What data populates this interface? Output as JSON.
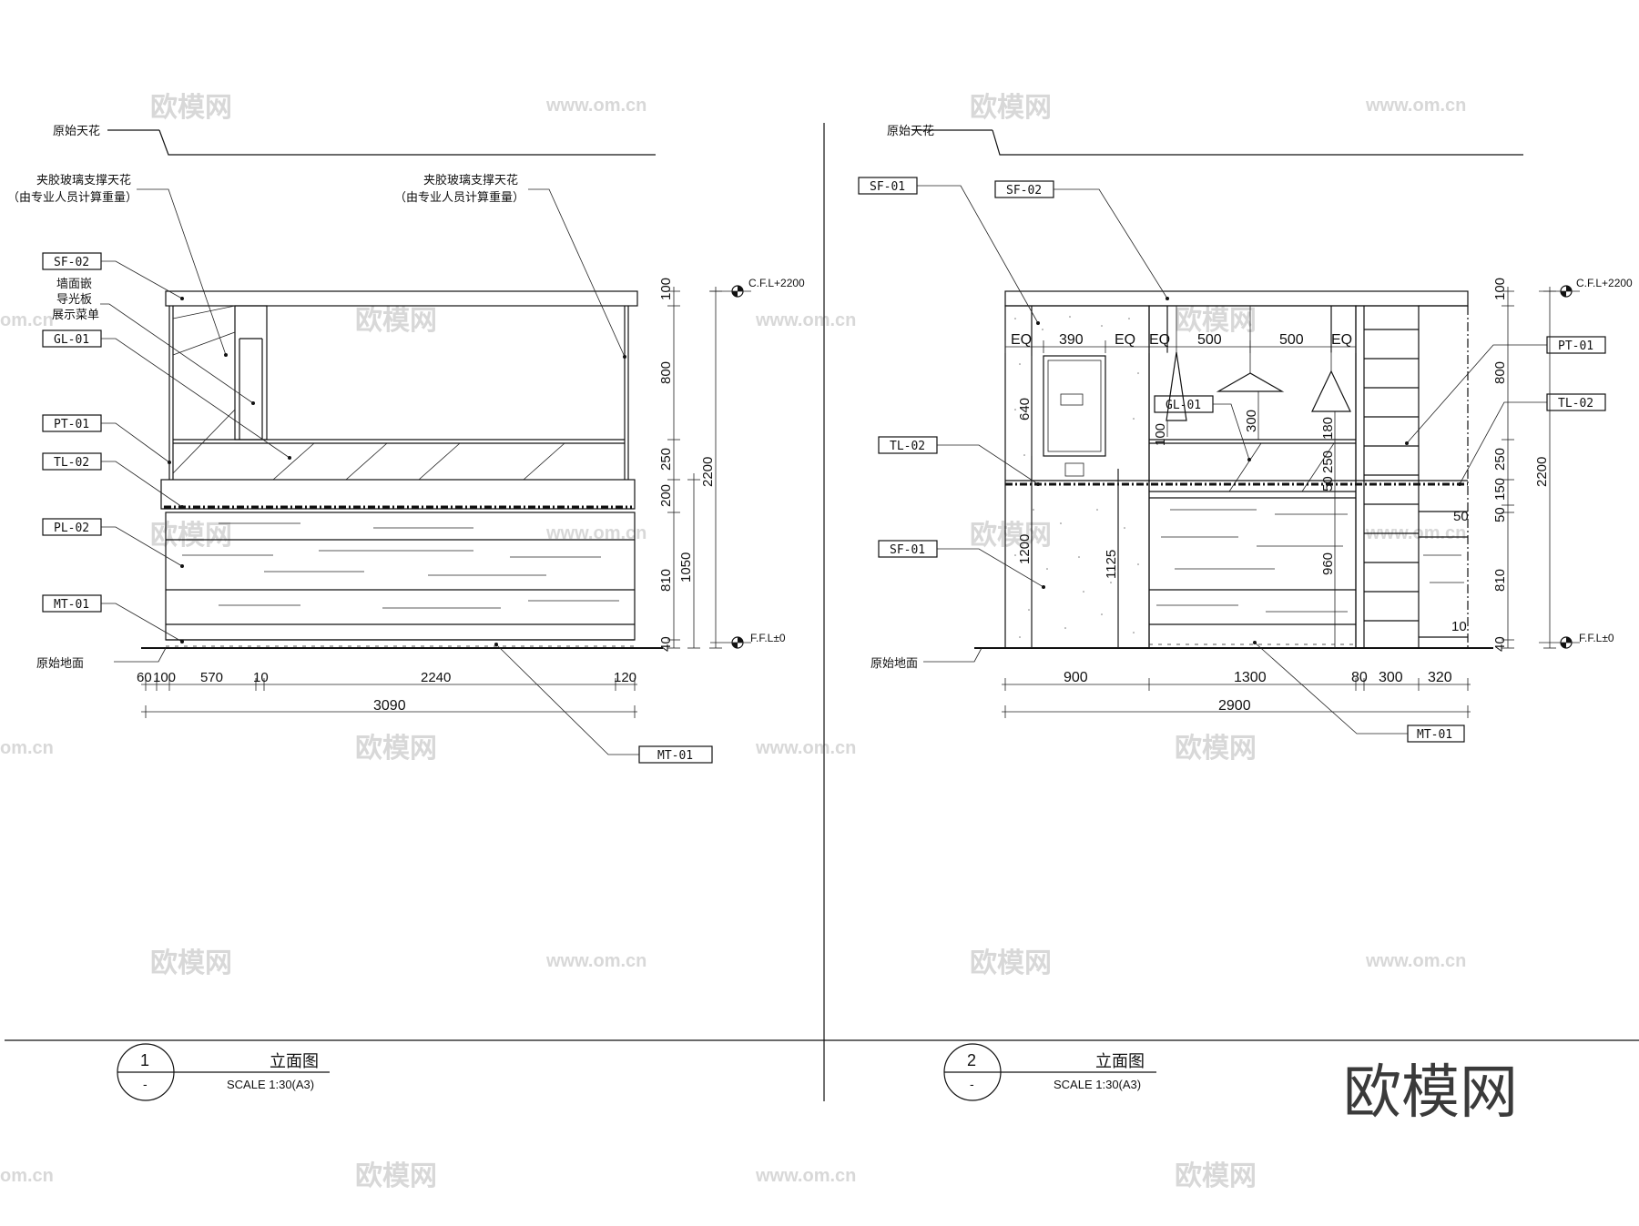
{
  "watermark": {
    "cn": "欧模网",
    "url": "www.om.cn",
    "partial_url": "om.cn"
  },
  "brand_logo": "欧模网",
  "drawings": [
    {
      "number": "1",
      "sub": "-",
      "title": "立面图",
      "scale": "SCALE  1:30(A3)",
      "labels": {
        "ceiling": "原始天花",
        "floor": "原始地面",
        "glass_left_1": "夹胶玻璃支撑天花",
        "glass_left_2": "（由专业人员计算重量）",
        "glass_right_1": "夹胶玻璃支撑天花",
        "glass_right_2": "（由专业人员计算重量）",
        "menu_1": "墙面嵌",
        "menu_2": "导光板",
        "menu_3": "展示菜单",
        "cfl": "C.F.L+2200",
        "ffl": "F.F.L±0"
      },
      "tags": [
        "SF-02",
        "GL-01",
        "PT-01",
        "TL-02",
        "PL-02",
        "MT-01",
        "MT-01"
      ],
      "dims_vertical": [
        "100",
        "800",
        "250",
        "200",
        "810",
        "40",
        "1050",
        "2200"
      ],
      "dims_horizontal": [
        "60",
        "100",
        "570",
        "10",
        "2240",
        "120"
      ],
      "dim_total": "3090"
    },
    {
      "number": "2",
      "sub": "-",
      "title": "立面图",
      "scale": "SCALE  1:30(A3)",
      "labels": {
        "ceiling": "原始天花",
        "floor": "原始地面",
        "cfl": "C.F.L+2200",
        "ffl": "F.F.L±0"
      },
      "tags": [
        "SF-01",
        "SF-02",
        "PT-01",
        "TL-02",
        "GL-01",
        "TL-02",
        "SF-01",
        "MT-01"
      ],
      "dims_top": [
        "EQ",
        "390",
        "EQ",
        "EQ",
        "500",
        "500",
        "EQ"
      ],
      "dims_inner": [
        "640",
        "100",
        "300",
        "180",
        "250",
        "50",
        "1200",
        "1125",
        "960",
        "50",
        "10"
      ],
      "dims_vertical": [
        "100",
        "800",
        "250",
        "150",
        "50",
        "810",
        "40",
        "2200"
      ],
      "dims_horizontal": [
        "900",
        "1300",
        "80",
        "300",
        "320"
      ],
      "dim_total": "2900"
    }
  ]
}
